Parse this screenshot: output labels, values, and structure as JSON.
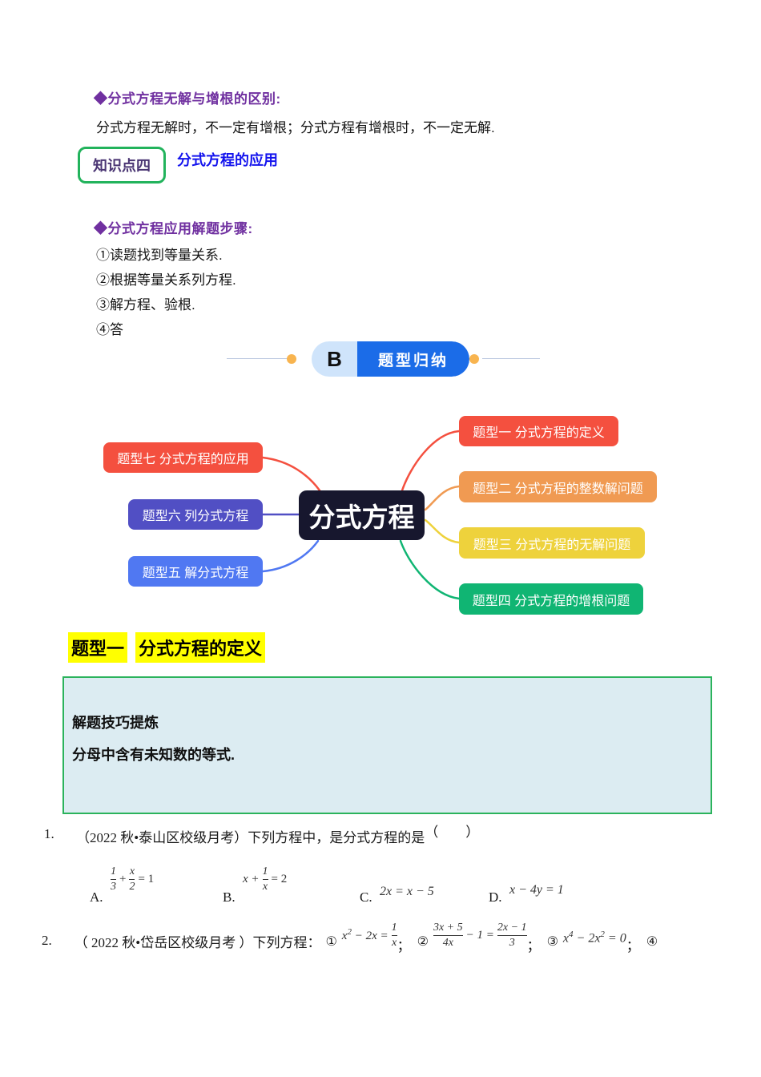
{
  "colors": {
    "heading_purple": "#7030a0",
    "kp_border_green": "#22b35c",
    "kp_text_purple": "#4a3573",
    "kp_title_blue": "#1414ee",
    "badge_blue": "#1b6ce8",
    "badge_light_blue": "#cfe4fb",
    "dot_orange": "#f8b44f",
    "highlight_yellow": "#ffff00",
    "tip_fill": "#dcecf2",
    "tip_border": "#2bb35c",
    "map_center_bg": "#17172e",
    "map_red": "#f4503f",
    "map_indigo": "#514fc4",
    "map_blue": "#5078f2",
    "map_orange": "#f09a52",
    "map_yellow": "#eed23c",
    "map_green": "#10b573"
  },
  "section_diff": {
    "heading": "◆分式方程无解与增根的区别:",
    "body": "分式方程无解时，不一定有增根；分式方程有增根时，不一定无解."
  },
  "knowledge_point": {
    "badge": "知识点四",
    "title": "分式方程的应用"
  },
  "steps_section": {
    "heading": "◆分式方程应用解题步骤:",
    "steps": [
      "①读题找到等量关系.",
      "②根据等量关系列方程.",
      "③解方程、验根.",
      "④答"
    ]
  },
  "section_b": {
    "letter": "B",
    "label": "题型归纳"
  },
  "mindmap": {
    "center": "分式方程",
    "left": [
      {
        "label": "题型七 分式方程的应用"
      },
      {
        "label": "题型六 列分式方程"
      },
      {
        "label": "题型五 解分式方程"
      }
    ],
    "right": [
      {
        "label": "题型一 分式方程的定义"
      },
      {
        "label": "题型二 分式方程的整数解问题"
      },
      {
        "label": "题型三 分式方程的无解问题"
      },
      {
        "label": "题型四 分式方程的增根问题"
      }
    ]
  },
  "topic_heading": {
    "part1": "题型一",
    "part2": "分式方程的定义"
  },
  "tip_box": {
    "title": "解题技巧提炼",
    "body": "分母中含有未知数的等式."
  },
  "q1": {
    "number": "1.",
    "text": "（2022 秋•泰山区校级月考）下列方程中，是分式方程的是",
    "paren": "（　　）",
    "optionA": {
      "label": "A.",
      "f1n": "1",
      "f1d": "3",
      "plus": "+",
      "f2n": "x",
      "f2d": "2",
      "eq": "= 1"
    },
    "optionB": {
      "label": "B.",
      "pre": "x +",
      "fn": "1",
      "fd": "x",
      "eq": "= 2"
    },
    "optionC": {
      "label": "C.",
      "expr": "2x = x − 5"
    },
    "optionD": {
      "label": "D.",
      "expr": "x − 4y = 1"
    }
  },
  "q2": {
    "number": "2.",
    "text": "（ 2022 秋•岱岳区校级月考 ）下列方程：",
    "item1": {
      "num": "①",
      "base": "x",
      "sup": "2",
      "mid": " − 2x = ",
      "fn": "1",
      "fd": "x",
      "sep": "；"
    },
    "item2": {
      "num": "②",
      "f1n": "3x + 5",
      "f1d": "4x",
      "mid": " − 1 = ",
      "f2n": "2x − 1",
      "f2d": "3",
      "sep": "；"
    },
    "item3": {
      "num": "③",
      "b1": "x",
      "s1": "4",
      "m1": " − 2x",
      "s2": "2",
      "m2": " = 0",
      "sep": "；"
    },
    "item4": {
      "num": "④"
    }
  }
}
